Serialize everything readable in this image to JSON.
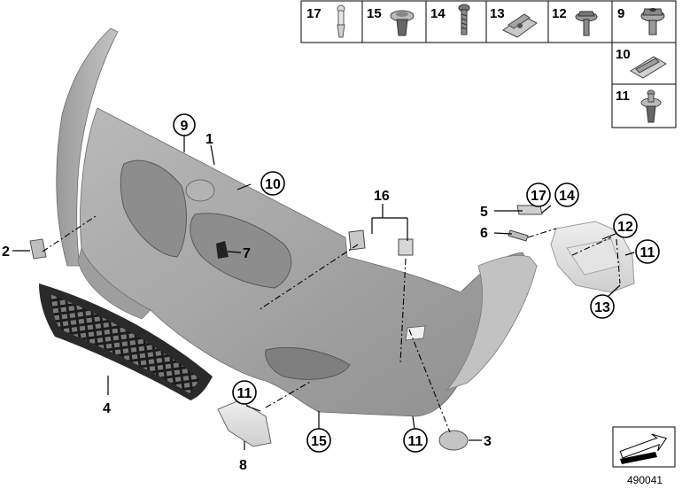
{
  "diagram_id": "490041",
  "hardware_panel": {
    "cells": [
      {
        "number": "17",
        "icon": "pin-clip-icon"
      },
      {
        "number": "15",
        "icon": "expanding-rivet-icon"
      },
      {
        "number": "14",
        "icon": "screw-icon"
      },
      {
        "number": "13",
        "icon": "clip-nut-icon"
      },
      {
        "number": "12",
        "icon": "hex-flange-screw-icon"
      },
      {
        "number": "9",
        "icon": "flange-nut-icon"
      },
      {
        "number": "10",
        "icon": "spring-clip-icon"
      },
      {
        "number": "11",
        "icon": "expanding-rivet-icon"
      }
    ]
  },
  "callouts": {
    "c1": "1",
    "c2": "2",
    "c3": "3",
    "c4": "4",
    "c5": "5",
    "c6": "6",
    "c7": "7",
    "c8": "8",
    "c9": "9",
    "c10": "10",
    "c11_left": "11",
    "c11_bottom": "11",
    "c11_right": "11",
    "c12": "12",
    "c13": "13",
    "c14": "14",
    "c15": "15",
    "c16": "16",
    "c17": "17"
  }
}
